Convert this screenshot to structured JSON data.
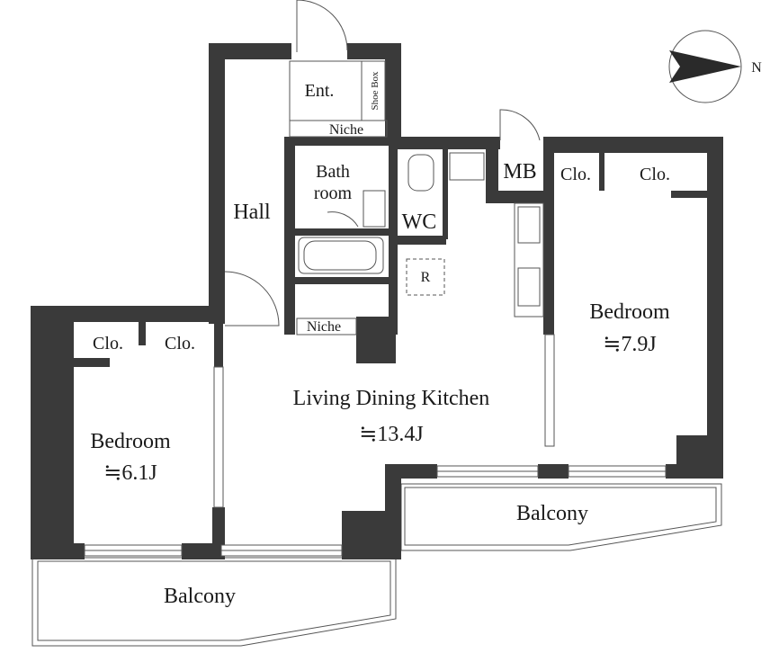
{
  "plan": {
    "rooms": {
      "entrance": "Ent.",
      "shoe_box": "Shoe Box",
      "niche_top": "Niche",
      "bathroom_line1": "Bath",
      "bathroom_line2": "room",
      "hall": "Hall",
      "wc": "WC",
      "mb": "MB",
      "fridge": "R",
      "niche_mid": "Niche",
      "closet_left_1": "Clo.",
      "closet_left_2": "Clo.",
      "closet_right_1": "Clo.",
      "closet_right_2": "Clo.",
      "bedroom_right": "Bedroom",
      "bedroom_right_size": "≒7.9J",
      "ldk": "Living Dining Kitchen",
      "ldk_size": "≒13.4J",
      "bedroom_left": "Bedroom",
      "bedroom_left_size": "≒6.1J",
      "balcony_right": "Balcony",
      "balcony_left": "Balcony"
    },
    "compass": {
      "north_label": "N"
    },
    "colors": {
      "wall": "#3a3a3a",
      "line": "#555555"
    }
  }
}
